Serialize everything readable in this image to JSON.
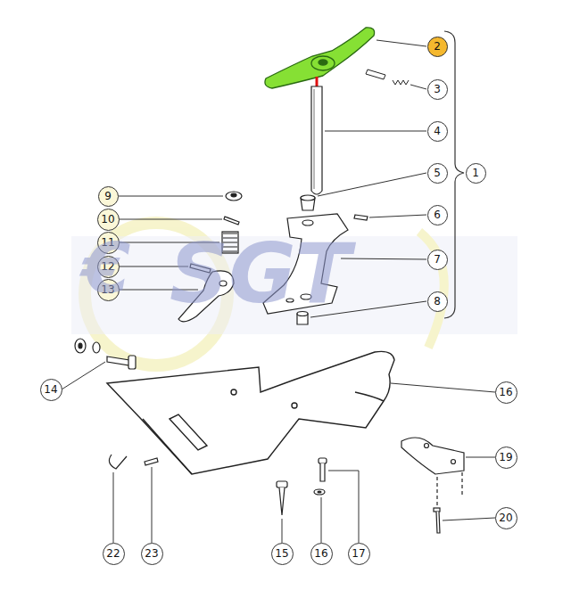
{
  "diagram": {
    "nodes": [
      {
        "text": [
          "2"
        ]
      },
      {
        "text": [
          "3"
        ]
      },
      {
        "text": [
          "4"
        ]
      },
      {
        "text": [
          "5"
        ]
      },
      {
        "text": [
          "1"
        ]
      },
      {
        "text": [
          "9"
        ]
      },
      {
        "text": [
          "6"
        ]
      },
      {
        "text": [
          "10"
        ]
      },
      {
        "text": [
          "11"
        ]
      },
      {
        "text": [
          "7"
        ]
      },
      {
        "text": [
          "12"
        ]
      },
      {
        "text": [
          "13"
        ]
      },
      {
        "text": [
          "8"
        ]
      },
      {
        "text": [
          "14"
        ]
      },
      {
        "text": [
          "16"
        ]
      },
      {
        "text": [
          "19"
        ]
      },
      {
        "text": [
          "20"
        ]
      },
      {
        "text": [
          "22"
        ]
      },
      {
        "text": [
          "23"
        ]
      },
      {
        "text": [
          "15"
        ]
      },
      {
        "text": [
          "16"
        ]
      },
      {
        "text": [
          "17"
        ]
      }
    ],
    "labels": [
      "€",
      "SGT"
    ]
  }
}
